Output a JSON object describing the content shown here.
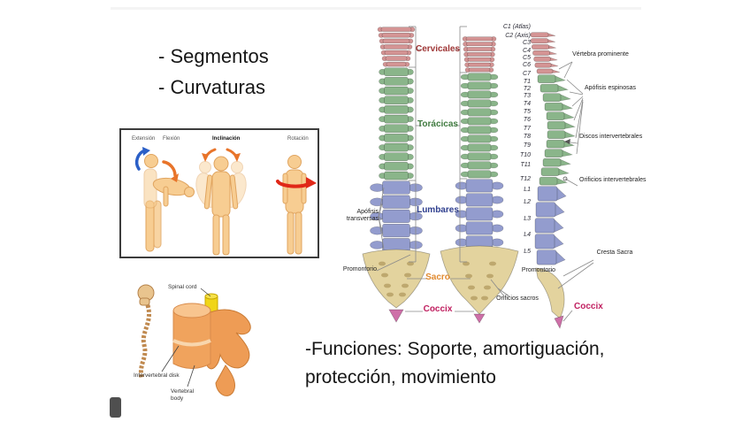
{
  "slide": {
    "bullets": [
      "- Segmentos",
      "- Curvaturas"
    ],
    "functions": [
      "-Funciones:  Soporte, amortiguación,",
      "protección, movimiento"
    ]
  },
  "movement_figure": {
    "labels": [
      "Extensión",
      "Flexión",
      "Inclinación",
      "Rotación"
    ],
    "arrow_colors": {
      "extension": "#2B5FC7",
      "flexion": "#E8742A",
      "inclinacion": "#E8742A",
      "rotacion": "#E02818"
    },
    "skin_color": "#F7CD92"
  },
  "anatomy_figure": {
    "labels": {
      "spinal_cord": "Spinal cord",
      "intervertebral_disk": "Intervertebral disk",
      "vertebral_body": "Vertebral body"
    },
    "colors": {
      "bone": "#F0A35D",
      "bone_light": "#F8C58F",
      "cord_yellow": "#F0D518"
    }
  },
  "spine_diagram": {
    "region_labels": [
      "Cervicales",
      "Torácicas",
      "Lumbares",
      "Sacro",
      "Coccix"
    ],
    "region_label_colors": [
      "#9E3535",
      "#3F7A3F",
      "#2F3F8F",
      "#E08A30",
      "#C02060"
    ],
    "vertebrae": [
      "C1 (Atlas)",
      "C2 (Axis)",
      "C3",
      "C4",
      "C5",
      "C6",
      "C7",
      "T1",
      "T2",
      "T3",
      "T4",
      "T5",
      "T6",
      "T7",
      "T8",
      "T9",
      "T10",
      "T11",
      "T12",
      "L1",
      "L2",
      "L3",
      "L4",
      "L5"
    ],
    "left_labels": {
      "apofisis_transversas": "Apófisis transversas",
      "promontorio": "Promontorio"
    },
    "right_labels": {
      "vertebra_prominente": "Vértebra prominente",
      "apofisis_espinosas": "Apófisis espinosas",
      "discos_intervertebrales": "Discos intervertebrales",
      "orificios_intervertebrales": "Orificios intervertebrales",
      "cresta_sacra": "Cresta Sacra",
      "promontorio": "Promontorio",
      "orificios_sacros": "Orificios sacros",
      "coccix": "Coccix"
    },
    "colors": {
      "cervical": "#D49494",
      "thoracic": "#8AB58A",
      "lumbar": "#939CCE",
      "sacrum": "#E3D39E",
      "coccyx": "#CE6FA8"
    }
  }
}
